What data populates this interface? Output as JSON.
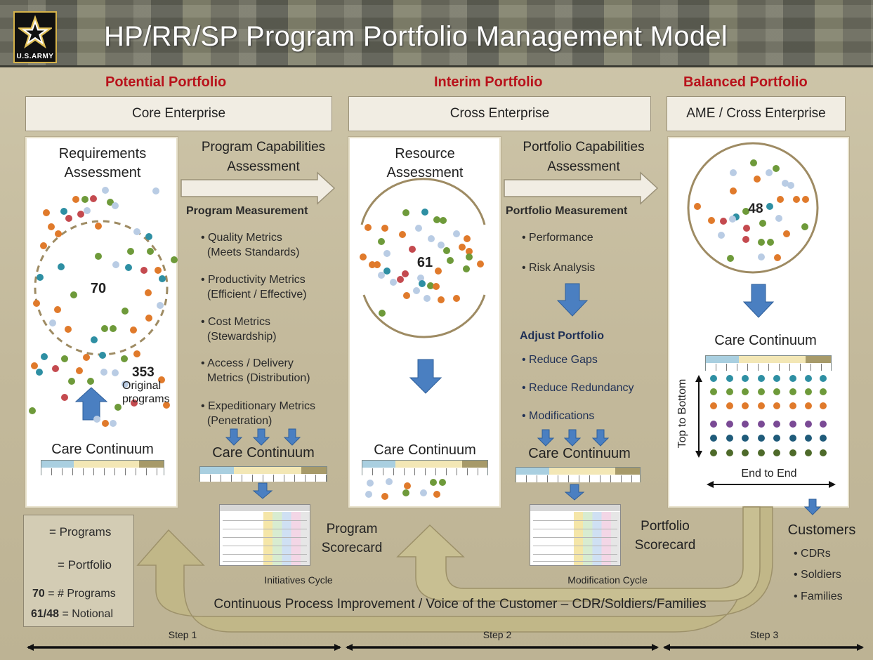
{
  "header": {
    "title": "HP/RR/SP Program Portfolio Management Model",
    "logo_text": "U.S.ARMY"
  },
  "stages": [
    {
      "title": "Potential Portfolio",
      "enterprise": "Core Enterprise"
    },
    {
      "title": "Interim Portfolio",
      "enterprise": "Cross Enterprise"
    },
    {
      "title": "Balanced Portfolio",
      "enterprise": "AME / Cross Enterprise"
    }
  ],
  "panel1": {
    "heading": "Requirements Assessment",
    "portfolio_count": "70",
    "original_count": "353",
    "original_label": "Original programs",
    "footer": "Care Continuum"
  },
  "step1_col": {
    "heading": "Program Capabilities Assessment",
    "measure_title": "Program Measurement",
    "bullets": [
      {
        "line1": "Quality Metrics",
        "line2": "(Meets Standards)"
      },
      {
        "line1": "Productivity Metrics",
        "line2": "(Efficient / Effective)"
      },
      {
        "line1": "Cost Metrics",
        "line2": "(Stewardship)"
      },
      {
        "line1": "Access / Delivery",
        "line2": "Metrics (Distribution)"
      },
      {
        "line1": "Expeditionary Metrics",
        "line2": "(Penetration)"
      }
    ],
    "continuum": "Care Continuum",
    "scorecard_label": "Program Scorecard",
    "cycle": "Initiatives Cycle"
  },
  "panel2": {
    "heading": "Resource Assessment",
    "portfolio_count": "61",
    "footer": "Care Continuum"
  },
  "step2_col": {
    "heading": "Portfolio Capabilities Assessment",
    "measure_title": "Portfolio Measurement",
    "measures": [
      "Performance",
      "Risk Analysis"
    ],
    "adjust_title": "Adjust Portfolio",
    "adjust_items": [
      "Reduce Gaps",
      "Reduce Redundancy",
      "Modifications"
    ],
    "continuum": "Care Continuum",
    "scorecard_label": "Portfolio Scorecard",
    "cycle": "Modification Cycle"
  },
  "panel3": {
    "portfolio_count": "48",
    "continuum": "Care Continuum",
    "vertical_label": "Top to Bottom",
    "horizontal_label": "End to End"
  },
  "customers": {
    "title": "Customers",
    "items": [
      "CDRs",
      "Soldiers",
      "Families"
    ]
  },
  "legend": {
    "programs": "= Programs",
    "portfolio": "= Portfolio",
    "count_key": "70",
    "count_desc": "= # Programs",
    "notional_key": "61/48",
    "notional_desc": "= Notional"
  },
  "cpi_text": "Continuous Process Improvement  / Voice of the Customer – CDR/Soldiers/Families",
  "steps": [
    "Step 1",
    "Step 2",
    "Step 3"
  ],
  "colors": {
    "stage_red": "#b8121b",
    "arrow_blue": "#4a7fc1",
    "dot_orange": "#e07a2b",
    "dot_green": "#6e9a3a",
    "dot_teal": "#2e8fa3",
    "dot_red": "#c44a4f",
    "dot_light": "#b9cce4",
    "dot_purple": "#7a4a95",
    "dot_navy": "#1f5b7a",
    "dot_olive": "#4e6a2a",
    "cycle_arrow": "#c2b888"
  }
}
